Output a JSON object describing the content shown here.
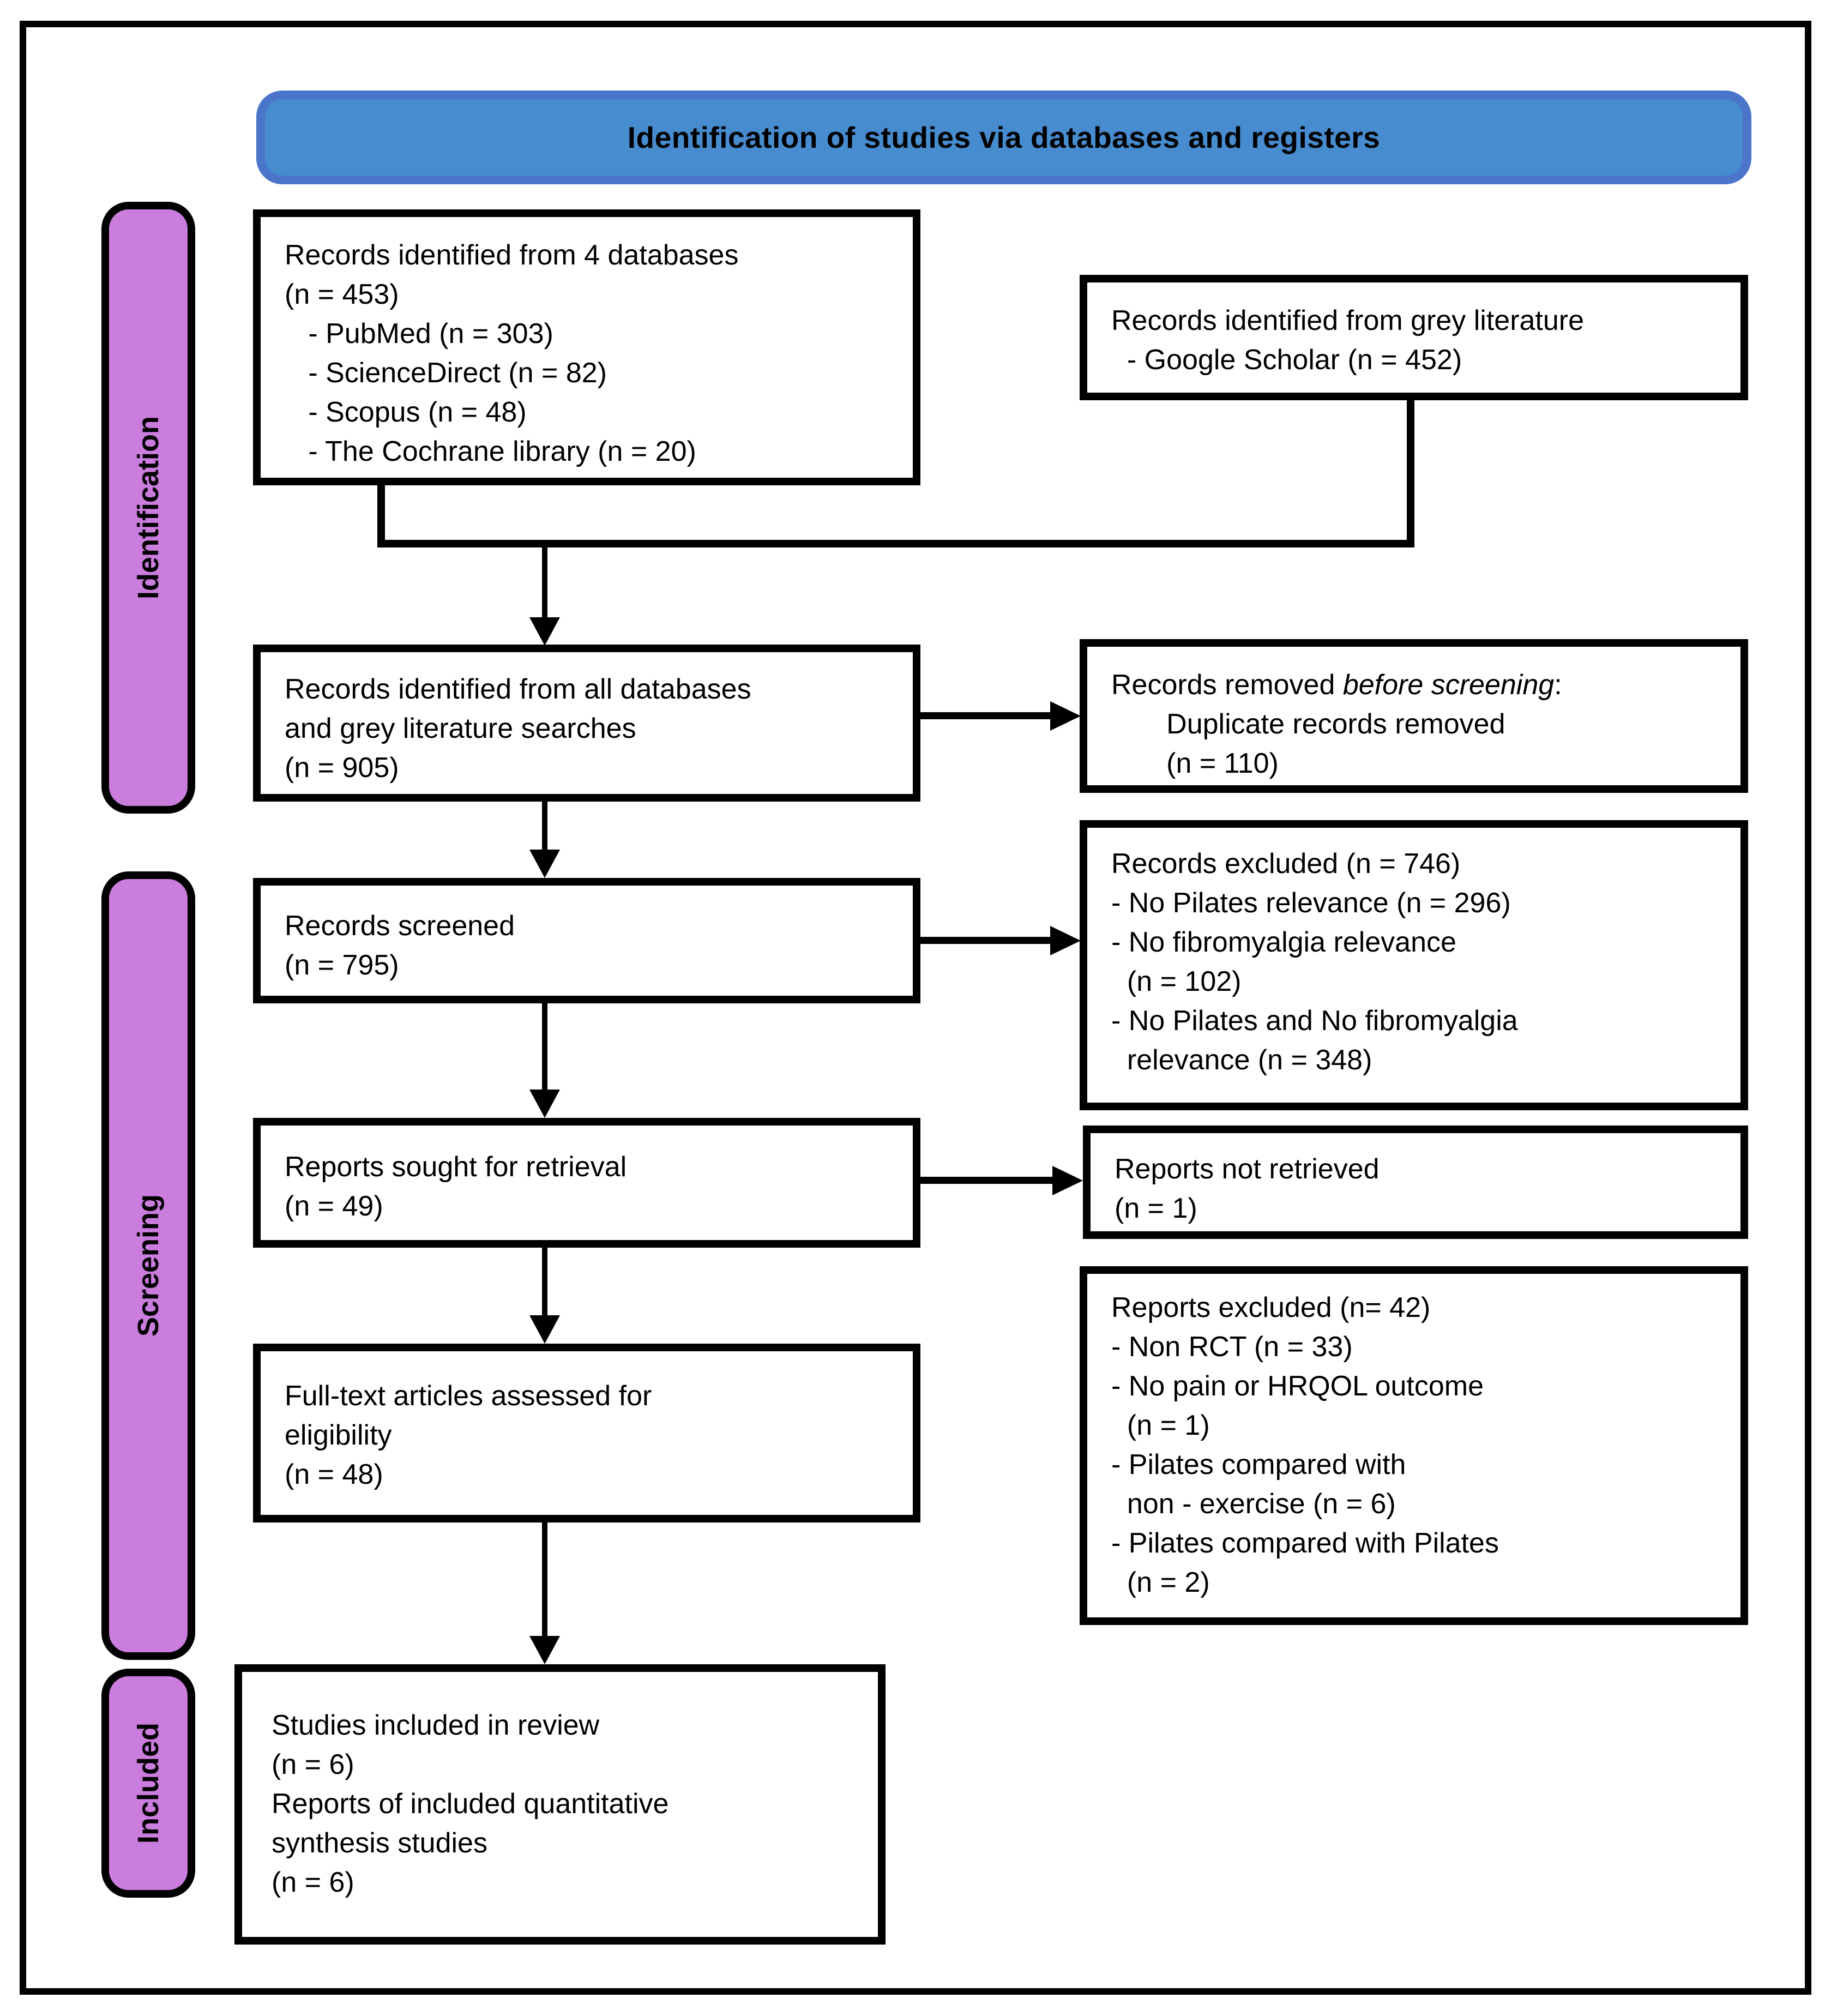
{
  "header": {
    "title": "Identification of studies via databases and registers"
  },
  "sidebar": {
    "identification": "Identification",
    "screening": "Screening",
    "included": "Included"
  },
  "boxes": {
    "db_records": {
      "lines": [
        "Records identified from 4 databases",
        "(n = 453)",
        "   - PubMed (n = 303)",
        "   - ScienceDirect (n = 82)",
        "   - Scopus (n = 48)",
        "   - The Cochrane library (n = 20)"
      ]
    },
    "grey_literature": {
      "lines": [
        "Records identified from grey literature",
        "  - Google Scholar (n = 452)"
      ]
    },
    "all_records": {
      "lines": [
        "Records identified from all databases",
        "and grey literature searches",
        "(n = 905)"
      ]
    },
    "removed_before": {
      "prefix": "Records removed ",
      "italic": "before screening",
      "suffix": ":",
      "lines": [
        "       Duplicate records removed",
        "       (n = 110)"
      ]
    },
    "screened": {
      "lines": [
        "Records screened",
        "(n = 795)"
      ]
    },
    "records_excluded": {
      "lines": [
        "Records excluded (n = 746)",
        "- No Pilates relevance (n = 296)",
        "- No fibromyalgia relevance",
        "  (n = 102)",
        "- No Pilates and No fibromyalgia",
        "  relevance (n = 348)"
      ]
    },
    "sought": {
      "lines": [
        "Reports sought for retrieval",
        "(n = 49)"
      ]
    },
    "not_retrieved": {
      "lines": [
        "Reports not retrieved",
        "(n = 1)"
      ]
    },
    "fulltext": {
      "lines": [
        "Full-text articles assessed for",
        "eligibility",
        "(n = 48)"
      ]
    },
    "reports_excluded": {
      "lines": [
        "Reports excluded (n= 42)",
        "- Non RCT (n = 33)",
        "- No pain or HRQOL outcome",
        "  (n = 1)",
        "- Pilates compared with",
        "  non - exercise (n = 6)",
        "- Pilates compared with Pilates",
        "  (n = 2)"
      ]
    },
    "included_studies": {
      "lines": [
        "Studies included in review",
        "(n = 6)",
        "Reports of included quantitative",
        "synthesis studies",
        "(n = 6)"
      ]
    }
  },
  "colors": {
    "header_blue_fill": "#478CCF",
    "header_blue_border": "#4B74CB",
    "stage_purple": "#CB7DDE",
    "line_black": "#000000"
  }
}
